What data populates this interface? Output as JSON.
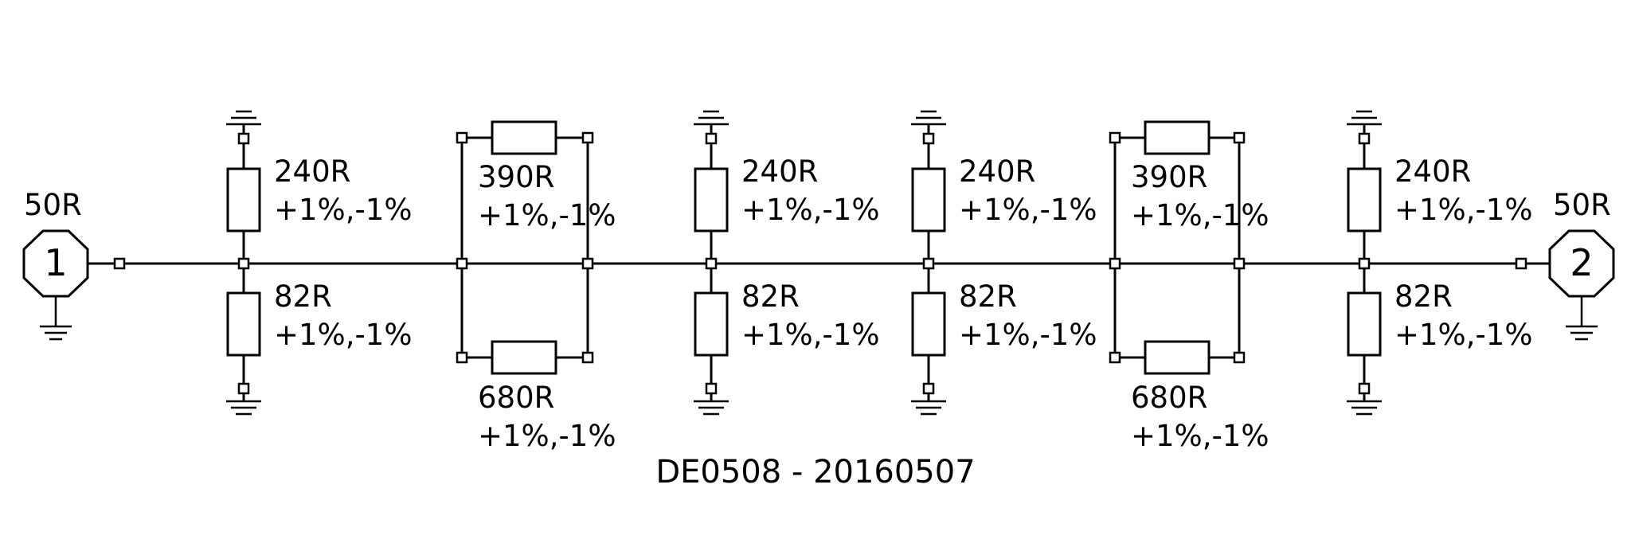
{
  "ports": [
    {
      "number": "1",
      "impedance": "50R"
    },
    {
      "number": "2",
      "impedance": "50R"
    }
  ],
  "stages": [
    {
      "kind": "pi-node",
      "series_like": false,
      "top": {
        "value": "240R",
        "tolerance": "+1%,-1%"
      },
      "bottom": {
        "value": "82R",
        "tolerance": "+1%,-1%"
      }
    },
    {
      "kind": "parallel-pair",
      "top": {
        "value": "390R",
        "tolerance": "+1%,-1%"
      },
      "bottom": {
        "value": "680R",
        "tolerance": "+1%,-1%"
      }
    },
    {
      "kind": "pi-node",
      "top": {
        "value": "240R",
        "tolerance": "+1%,-1%"
      },
      "bottom": {
        "value": "82R",
        "tolerance": "+1%,-1%"
      }
    },
    {
      "kind": "pi-node",
      "top": {
        "value": "240R",
        "tolerance": "+1%,-1%"
      },
      "bottom": {
        "value": "82R",
        "tolerance": "+1%,-1%"
      }
    },
    {
      "kind": "parallel-pair",
      "top": {
        "value": "390R",
        "tolerance": "+1%,-1%"
      },
      "bottom": {
        "value": "680R",
        "tolerance": "+1%,-1%"
      }
    },
    {
      "kind": "pi-node",
      "top": {
        "value": "240R",
        "tolerance": "+1%,-1%"
      },
      "bottom": {
        "value": "82R",
        "tolerance": "+1%,-1%"
      }
    }
  ],
  "title": "DE0508 - 20160507"
}
